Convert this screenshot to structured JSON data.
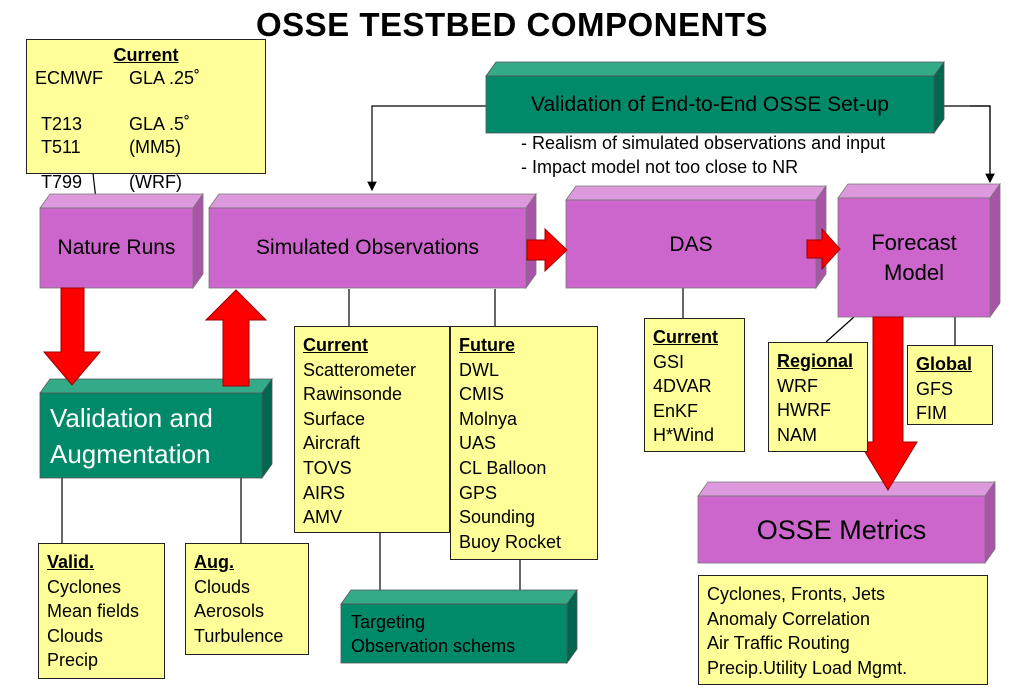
{
  "title": "OSSE TESTBED COMPONENTS",
  "colors": {
    "purple_front": "#cc66cc",
    "purple_top": "#dd99dd",
    "purple_side": "#a855a8",
    "green_front": "#008a6a",
    "green_top": "#33aa88",
    "green_side": "#006650",
    "note_fill": "#ffff99",
    "arrow_red": "#ff0000"
  },
  "nature_runs_note": {
    "heading": "Current",
    "rows": [
      [
        "ECMWF",
        "GLA .25˚"
      ],
      [
        "",
        ""
      ],
      [
        "T213",
        "GLA .5˚"
      ],
      [
        "T511",
        "(MM5)"
      ],
      [
        "T799",
        "(WRF)"
      ]
    ]
  },
  "boxes": {
    "validation_setup": "Validation of End-to-End OSSE Set-up",
    "nature_runs": "Nature Runs",
    "simulated_observations": "Simulated Observations",
    "das": "DAS",
    "forecast_model": [
      "Forecast",
      "Model"
    ],
    "validation_augmentation": [
      "Validation and",
      "Augmentation"
    ],
    "osse_metrics": "OSSE Metrics",
    "targeting": [
      "Targeting",
      "Observation schems"
    ]
  },
  "setup_bullets": [
    "- Realism of simulated observations and input",
    "- Impact model not too close to NR"
  ],
  "obs_current": {
    "heading": "Current",
    "items": [
      "Scatterometer",
      "Rawinsonde",
      "Surface",
      "Aircraft",
      "TOVS",
      "AIRS",
      "AMV"
    ]
  },
  "obs_future": {
    "heading": "Future",
    "items": [
      "DWL",
      "CMIS",
      "Molnya",
      "UAS",
      "CL Balloon",
      "GPS",
      "Sounding",
      "Buoy Rocket"
    ]
  },
  "das_current": {
    "heading": "Current",
    "items": [
      "GSI",
      "4DVAR",
      "EnKF",
      "H*Wind"
    ]
  },
  "model_regional": {
    "heading": "Regional",
    "items": [
      "WRF",
      "HWRF",
      "NAM"
    ]
  },
  "model_global": {
    "heading": "Global",
    "items": [
      "GFS",
      "FIM"
    ]
  },
  "valid": {
    "heading": "Valid.",
    "items": [
      "Cyclones",
      "Mean fields",
      "Clouds",
      "Precip"
    ]
  },
  "aug": {
    "heading": "Aug.",
    "items": [
      "Clouds",
      "Aerosols",
      "Turbulence"
    ]
  },
  "metrics_items": [
    "Cyclones, Fronts, Jets",
    "Anomaly Correlation",
    "Air Traffic Routing",
    "Precip.Utility Load Mgmt."
  ]
}
